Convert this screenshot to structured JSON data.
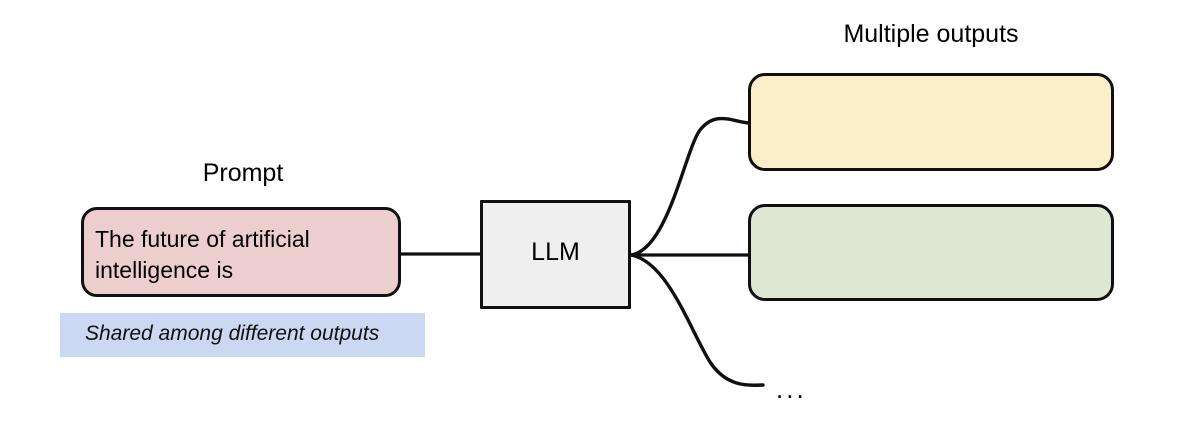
{
  "diagram": {
    "title": "LLM multiple outputs from a shared prompt",
    "background_color": "#ffffff",
    "stroke_color": "#101010"
  },
  "prompt": {
    "label": "Prompt",
    "text": "The future of artificial intelligence is",
    "fill_color": "#EDCECE",
    "border_color": "#101010"
  },
  "shared_note": {
    "text": "Shared among different outputs",
    "fill_color": "#CBD8F2"
  },
  "model": {
    "label": "LLM",
    "fill_color": "#EFEFEF",
    "border_color": "#101010"
  },
  "outputs": {
    "label": "Multiple outputs",
    "boxes": [
      {
        "name": "output-1",
        "text": "",
        "fill_color": "#FAEFC8"
      },
      {
        "name": "output-2",
        "text": "",
        "fill_color": "#DDE7D2"
      }
    ],
    "more_indicator": "..."
  },
  "edges": {
    "prompt_to_model": "straight",
    "model_to_outputs": "three-branch-fan"
  }
}
